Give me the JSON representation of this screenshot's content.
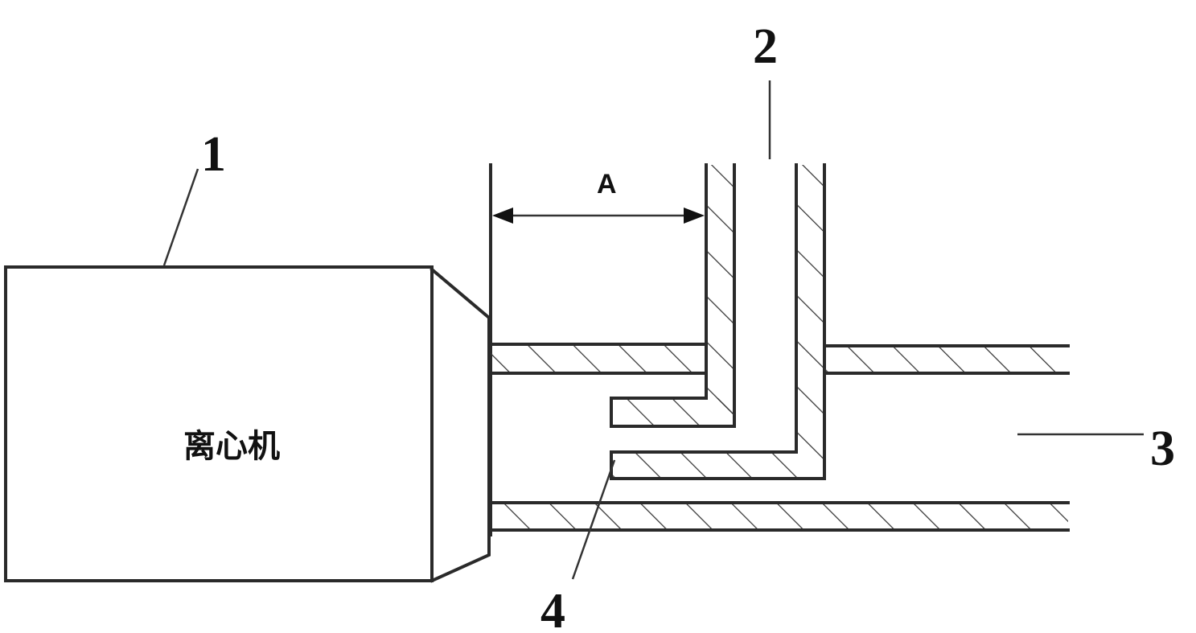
{
  "diagram": {
    "centrifuge_label": "离心机",
    "dimension_label": "A",
    "callouts": {
      "c1": "1",
      "c2": "2",
      "c3": "3",
      "c4": "4"
    }
  }
}
